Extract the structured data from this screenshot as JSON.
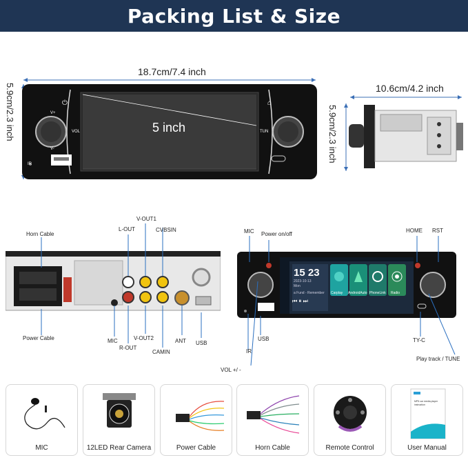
{
  "header": {
    "title": "Packing List & Size"
  },
  "front_view": {
    "width_label": "18.7cm/7.4 inch",
    "height_label": "5.9cm/2.3 inch",
    "screen_label": "5 inch",
    "knob_left_labels": {
      "top": "V+",
      "side": "VOL",
      "bottom": "V-"
    },
    "knob_right_labels": {
      "side": "TUN"
    },
    "ir_label": "IR"
  },
  "side_view": {
    "depth_label": "10.6cm/4.2 inch",
    "height_label": "5.9cm/2.3 inch"
  },
  "rear_view": {
    "labels": {
      "horn_cable": "Horn Cable",
      "power_cable": "Power Cable",
      "l_out": "L-OUT",
      "v_out1": "V-OUT1",
      "cvbsin": "CVBSIN",
      "mic": "MIC",
      "r_out": "R-OUT",
      "v_out2": "V-OUT2",
      "camin": "CAMIN",
      "ant": "ANT",
      "usb": "USB"
    }
  },
  "front_panel": {
    "labels": {
      "mic": "MIC",
      "power": "Power on/off",
      "home": "HOME",
      "rst": "RST",
      "usb": "USB",
      "ir": "IR",
      "vol": "VOL +/ -",
      "tyc": "TY-C",
      "play": "Play track / TUNE"
    },
    "screen": {
      "clock": "15 23",
      "date": "2023-10-13",
      "day": "Mon",
      "song": "a Fund - Remember",
      "apps": [
        "Carplay",
        "AndroidAuto",
        "PhoneLink",
        "Radio"
      ]
    }
  },
  "accessories": [
    {
      "label": "MIC",
      "icon": "microphone-icon"
    },
    {
      "label": "12LED Rear Camera",
      "icon": "camera-icon"
    },
    {
      "label": "Power Cable",
      "icon": "power-cable-icon"
    },
    {
      "label": "Horn Cable",
      "icon": "horn-cable-icon"
    },
    {
      "label": "Remote Control",
      "icon": "remote-icon"
    },
    {
      "label": "User Manual",
      "icon": "manual-icon"
    }
  ],
  "manual_cover": {
    "line1": "MP5 car media player",
    "line2": "instruction"
  },
  "colors": {
    "banner": "#1f3554",
    "dimension_line": "#3b6fb6",
    "callout_line": "#2a6fc0"
  }
}
